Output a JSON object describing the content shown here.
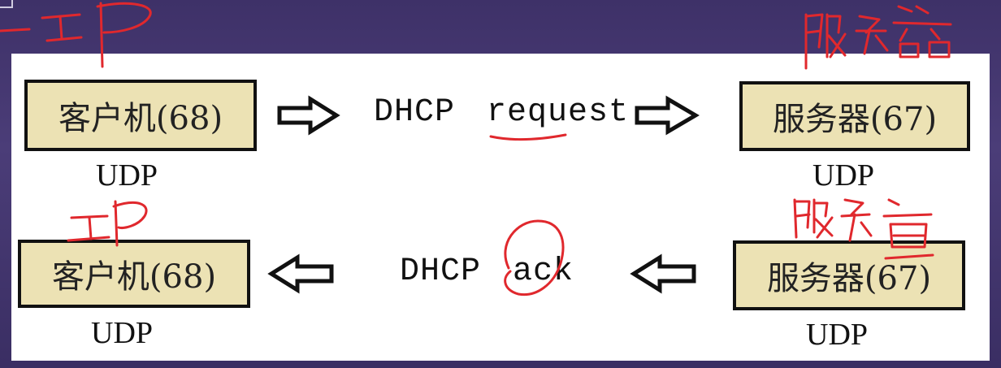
{
  "diagram": {
    "row_request": {
      "client": {
        "label": "客户机(68)",
        "protocol": "UDP"
      },
      "message": {
        "prefix": "DHCP",
        "keyword": "request"
      },
      "server": {
        "label": "服务器(67)",
        "protocol": "UDP"
      }
    },
    "row_ack": {
      "client": {
        "label": "客户机(68)",
        "protocol": "UDP"
      },
      "message": {
        "prefix": "DHCP",
        "keyword": "ack"
      },
      "server": {
        "label": "服务器(67)",
        "protocol": "UDP"
      }
    }
  },
  "annotations": {
    "ink_color": "#e0282d",
    "top_left": "-IP",
    "top_right": "服务器",
    "mid_left": "IP",
    "mid_right": "服务器"
  },
  "colors": {
    "node_fill": "#ece2b4",
    "node_border": "#111111",
    "background": "#3e3168",
    "slide": "#ffffff"
  }
}
